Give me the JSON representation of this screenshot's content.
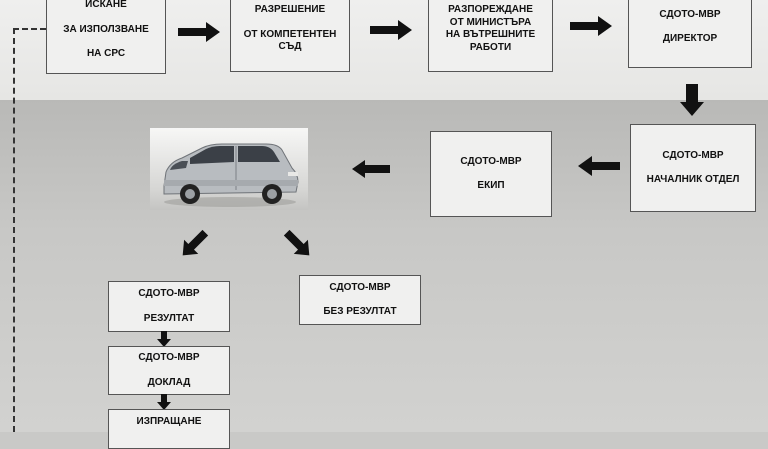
{
  "boxes": {
    "request": [
      "ИСКАНЕ",
      "ЗА ИЗПОЛЗВАНЕ",
      "НА СРС"
    ],
    "court": [
      "РАЗРЕШЕНИЕ",
      "ОТ КОМПЕТЕНТЕН",
      "СЪД"
    ],
    "minister": [
      "РАЗПОРЕЖДАНЕ",
      "ОТ МИНИСТЪРА",
      "НА ВЪТРЕШНИТЕ",
      "РАБОТИ"
    ],
    "director": [
      "СДОТО-МВР",
      "ДИРЕКТОР"
    ],
    "head": [
      "СДОТО-МВР",
      "НАЧАЛНИК ОТДЕЛ"
    ],
    "team": [
      "СДОТО-МВР",
      "ЕКИП"
    ],
    "result": [
      "СДОТО-МВР",
      "РЕЗУЛТАТ"
    ],
    "no_result": [
      "СДОТО-МВР",
      "БЕЗ РЕЗУЛТАТ"
    ],
    "report": [
      "СДОТО-МВР",
      "ДОКЛАД"
    ],
    "sending": [
      "ИЗПРАЩАНЕ"
    ]
  },
  "colors": {
    "arrow": "#111111",
    "box_border": "#555555",
    "box_fill": "#f0f0ef",
    "van_body": "#b8bcc0"
  },
  "icons": {
    "vehicle": "minivan-photo"
  }
}
